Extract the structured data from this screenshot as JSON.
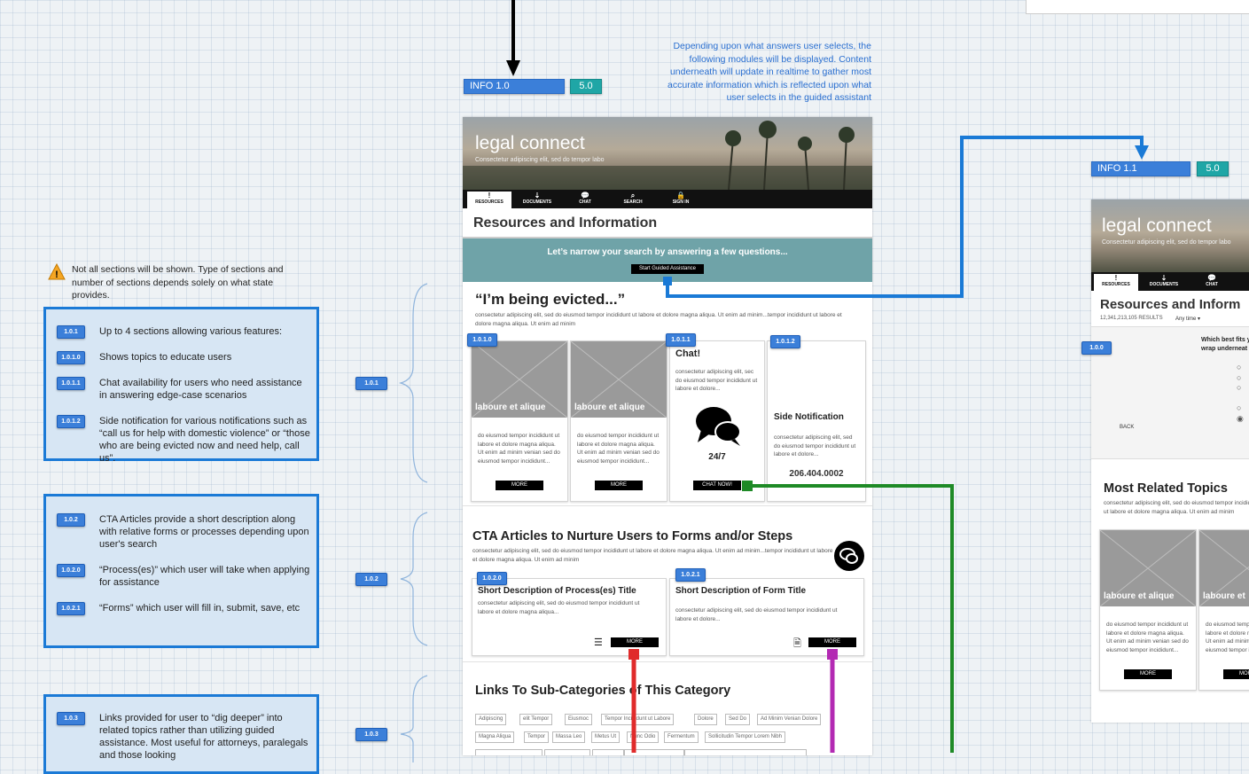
{
  "top_note": "Depending upon what answers user selects, the following modules will be displayed. Content underneath will update in realtime to gather most accurate information which is reflected upon what user selects in the guided assistant",
  "warning_note": "Not all sections will be shown. Type of sections and number of sections depends solely on what state provides.",
  "info_tags": {
    "main": {
      "label": "INFO 1.0",
      "version": "5.0"
    },
    "right": {
      "label": "INFO 1.1",
      "version": "5.0"
    }
  },
  "note_boxes": [
    {
      "rows": [
        {
          "tag": "1.0.1",
          "text": "Up to 4 sections allowing various features:"
        },
        {
          "tag": "1.0.1.0",
          "text": "Shows topics to educate users"
        },
        {
          "tag": "1.0.1.1",
          "text": "Chat availability for users who need assistance in answering edge-case scenarios"
        },
        {
          "tag": "1.0.1.2",
          "text": "Side notification for various notifications such as “call us for help with domestic violence” or “those who are being evicted now and need help, call us”."
        }
      ]
    },
    {
      "rows": [
        {
          "tag": "1.0.2",
          "text": "CTA Articles provide a short description along with relative forms or processes depending upon user's search"
        },
        {
          "tag": "1.0.2.0",
          "text": "“Process(es)” which user will take when applying for assistance"
        },
        {
          "tag": "1.0.2.1",
          "text": "“Forms” which user will fill in, submit, save, etc"
        }
      ]
    },
    {
      "rows": [
        {
          "tag": "1.0.3",
          "text": "Links provided for user to “dig deeper” into related topics rather than utilizing guided assistance. Most useful for attorneys, paralegals and those looking"
        }
      ]
    }
  ],
  "brace_tags": [
    "1.0.1",
    "1.0.2",
    "1.0.3"
  ],
  "mockup": {
    "logo": "legal connect",
    "tagline": "Consectetur adipiscing elit, sed do tempor labo",
    "nav": [
      "RESOURCES",
      "DOCUMENTS",
      "CHAT",
      "SEARCH",
      "SIGN IN"
    ],
    "nav_icons": [
      "!",
      "⇣",
      "💬",
      "⌕",
      "🔒"
    ],
    "page_title": "Resources and Information",
    "narrow_prompt": "Let’s narrow your search by answering a few questions...",
    "guided_button": "Start Guided Assistance",
    "evicted_title": "“I’m being evicted...”",
    "evicted_body": "consectetur adipiscing elit, sed do eiusmod tempor incididunt ut labore et dolore magna aliqua. Ut enim ad minim...tempor incididunt ut labore et dolore magna aliqua. Ut enim ad minim",
    "topic_cards": [
      {
        "tag": "1.0.1.0",
        "caption": "laboure et alique",
        "body": "do eiusmod tempor incididunt ut labore et dolore magna aliqua. Ut enim ad minim venian sed do eiusmod tempor incididunt...",
        "button": "MORE"
      },
      {
        "caption": "laboure et alique",
        "body": "do eiusmod tempor incididunt ut labore et dolore magna aliqua. Ut enim ad minim venian sed do eiusmod tempor incididunt...",
        "button": "MORE"
      }
    ],
    "chat_card": {
      "tag": "1.0.1.1",
      "title": "Chat!",
      "body": "consectetur adipiscing elit, sec do eiusmod tempor incididunt ut labore et dolore...",
      "availability": "24/7",
      "button": "CHAT NOW!"
    },
    "side_card": {
      "tag": "1.0.1.2",
      "title": "Side Notification",
      "body": "consectetur adipiscing elit, sed do eiusmod tempor incididunt ut labore et dolore...",
      "phone": "206.404.0002"
    },
    "cta_title": "CTA Articles to Nurture Users to Forms and/or Steps",
    "cta_body": "consectetur adipiscing elit, sed do eiusmod tempor incididunt ut labore et dolore magna aliqua. Ut enim ad minim...tempor incididunt ut labore et dolore magna aliqua. Ut enim ad minim",
    "cta_cards": [
      {
        "tag": "1.0.2.0",
        "title": "Short Description of Process(es) Title",
        "body": "consectetur adipiscing elit, sed do eiusmod tempor incididunt ut labore et dolore magna aliqua...",
        "button": "MORE"
      },
      {
        "tag": "1.0.2.1",
        "title": "Short Description of Form Title",
        "body": "consectetur adipiscing elit, sed do eiusmod tempor incididunt ut labore et dolore...",
        "button": "MORE"
      }
    ],
    "links_title": "Links To Sub-Categories of This Category",
    "link_chips": [
      [
        "Adipiscing",
        "elit Tempor",
        "Eiusmoc",
        "Tempor Incididunt ut Labore",
        "Dolore",
        "Sed Do",
        "Ad Minim Venian Dolore"
      ],
      [
        "Magna Aliqua",
        "Tempor",
        "Massa Leo",
        "Metus Ut",
        "Nunc Odio",
        "Fermentum",
        "Sollicitudin Tempor Lorem Nibh"
      ]
    ]
  },
  "right_mockup": {
    "logo": "legal connect",
    "tagline": "Consectetur adipiscing elit, sed do tempor labo",
    "nav": [
      "RESOURCES",
      "DOCUMENTS",
      "CHAT"
    ],
    "page_title": "Resources and Inform",
    "results": "12,341,213,105 RESULTS",
    "time_filter": "Any time ▾",
    "tag": "1.0.0",
    "question": "Which best fits y wrap underneat",
    "back": "BACK",
    "topics_title": "Most Related Topics",
    "topics_body": "consectetur adipiscing elit, sed do eiusmod tempor incididunt ut labore et dolore magna aliqua. Ut enim ad minim",
    "cards": [
      {
        "caption": "laboure et alique",
        "body": "do eiusmod tempor incididunt ut labore et dolore magna aliqua. Ut enim ad minim venian sed do eiusmod tempor incididunt...",
        "button": "MORE"
      },
      {
        "caption": "laboure et",
        "body": "do eiusmod tempor incididunt ut labore et dolore magna aliqua. Ut enim ad minim venian sed do eiusmod tempor incididunt...",
        "button": "MORE"
      }
    ]
  }
}
